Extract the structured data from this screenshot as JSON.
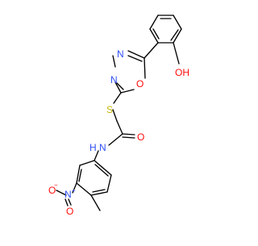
{
  "colors": {
    "bond": "#000000",
    "carbon_text": "#000000",
    "nitrogen": "#3050f8",
    "oxygen": "#ff0d0d",
    "sulfur": "#c8b400",
    "background": "#ffffff"
  },
  "atoms": {
    "oh": "OH",
    "o_ring": "O",
    "n_ring_1": "N",
    "n_ring_2": "N",
    "s": "S",
    "o_carbonyl": "O",
    "nh": "N",
    "h_nh": "H",
    "n_nitro": "N",
    "n_nitro_charge": "+",
    "o_nitro_minus": "O",
    "o_nitro_minus_charge": "−",
    "o_nitro": "O"
  }
}
